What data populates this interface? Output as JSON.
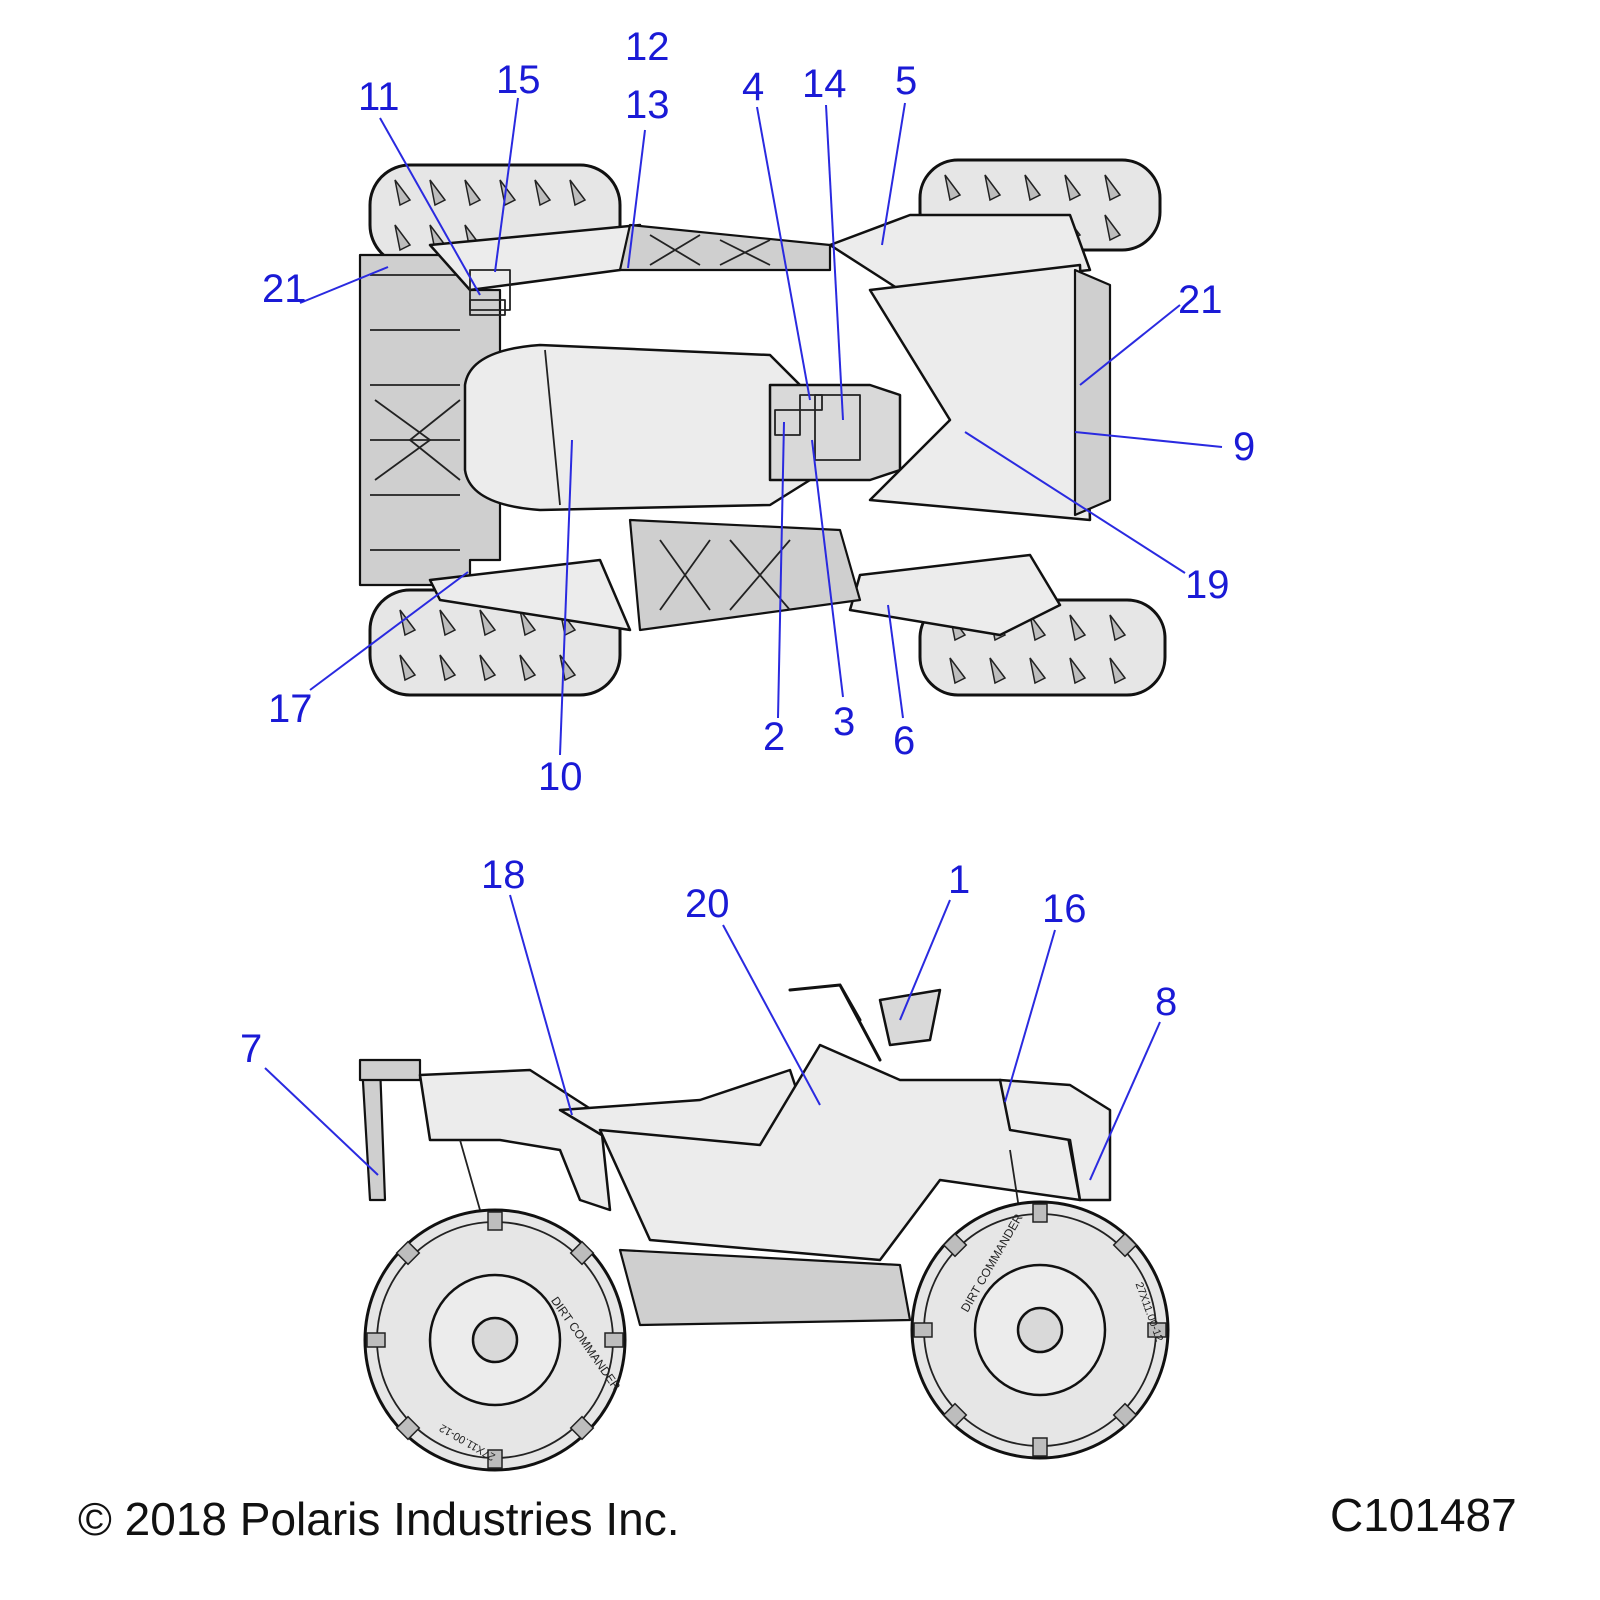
{
  "footer": {
    "copyright": "© 2018 Polaris Industries Inc.",
    "figure_id": "C101487"
  },
  "callouts": {
    "top_view": [
      "11",
      "15",
      "12",
      "13",
      "4",
      "14",
      "5",
      "21",
      "21",
      "9",
      "19",
      "17",
      "10",
      "2",
      "3",
      "6"
    ],
    "side_view": [
      "18",
      "20",
      "1",
      "16",
      "8",
      "7"
    ]
  },
  "tire_text": {
    "brand": "DIRT COMMANDER",
    "size": "27X11.00-12"
  },
  "colors": {
    "callout": "#1a1ad6",
    "leader": "#2a2ae0",
    "line_art": "#111111"
  }
}
